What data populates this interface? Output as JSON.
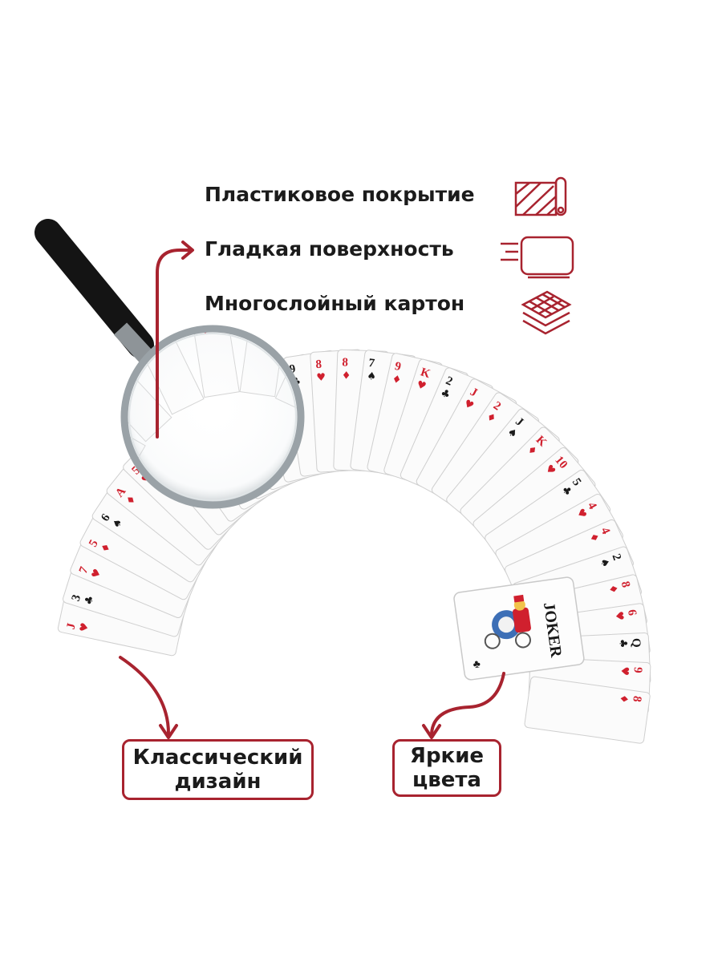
{
  "features": [
    {
      "label": "Пластиковое покрытие",
      "icon": "plastic-roll-icon"
    },
    {
      "label": "Гладкая поверхность",
      "icon": "smooth-card-icon"
    },
    {
      "label": "Многослойный картон",
      "icon": "layered-cardboard-icon"
    }
  ],
  "callouts": {
    "classic": "Классический\nдизайн",
    "bright": "Яркие\nцвета"
  },
  "joker_label": "JOKER",
  "colors": {
    "accent": "#a8232f",
    "card_red": "#d0202e",
    "card_black": "#1a1a1a",
    "handle": "#141414"
  }
}
